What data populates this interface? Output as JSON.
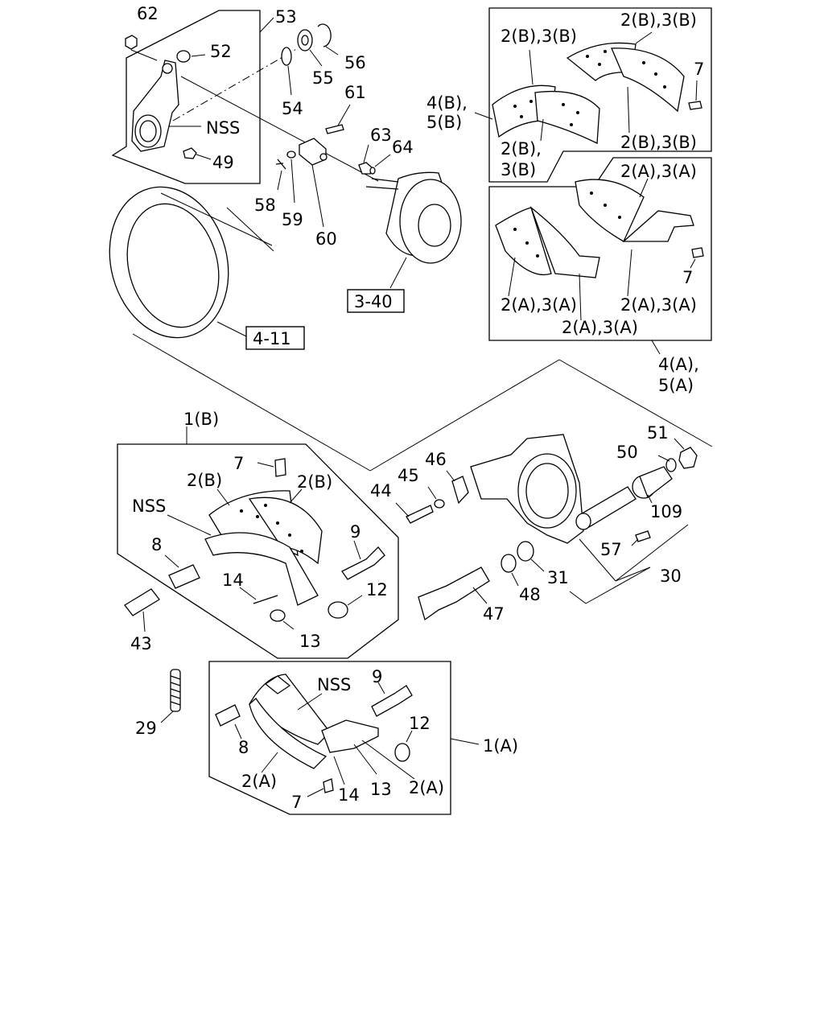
{
  "callouts": {
    "c62": "62",
    "c53": "53",
    "c52": "52",
    "c56": "56",
    "c55": "55",
    "c54": "54",
    "nss_top": "NSS",
    "c49": "49",
    "c61": "61",
    "c63": "63",
    "c64": "64",
    "c58": "58",
    "c59": "59",
    "c60": "60",
    "ref_340": "3-40",
    "ref_411": "4-11",
    "b_tl": "2(B),3(B)",
    "b_tr": "2(B),3(B)",
    "b_7": "7",
    "b_45": "4(B),",
    "b_55": "5(B)",
    "b_bl1": "2(B),",
    "b_bl2": "3(B)",
    "b_br": "2(B),3(B)",
    "a_tr": "2(A),3(A)",
    "a_7": "7",
    "a_bl": "2(A),3(A)",
    "a_br": "2(A),3(A)",
    "a_bm": "2(A),3(A)",
    "a_45": "4(A),",
    "a_55": "5(A)",
    "s1b": "1(B)",
    "s1b_7": "7",
    "s1b_2bl": "2(B)",
    "s1b_2br": "2(B)",
    "s1b_nss": "NSS",
    "s1b_9": "9",
    "s1b_8": "8",
    "s1b_14": "14",
    "s1b_12": "12",
    "s1b_13": "13",
    "c43": "43",
    "c51": "51",
    "c50": "50",
    "c46": "46",
    "c45": "45",
    "c44": "44",
    "c109": "109",
    "c57": "57",
    "c31": "31",
    "c30": "30",
    "c48": "48",
    "c47": "47",
    "c29": "29",
    "s1a_nss": "NSS",
    "s1a_9": "9",
    "s1a_12": "12",
    "s1a_8": "8",
    "s1a_2al": "2(A)",
    "s1a_13": "13",
    "s1a_2ar": "2(A)",
    "s1a_14": "14",
    "s1a_7": "7",
    "s1a": "1(A)"
  }
}
